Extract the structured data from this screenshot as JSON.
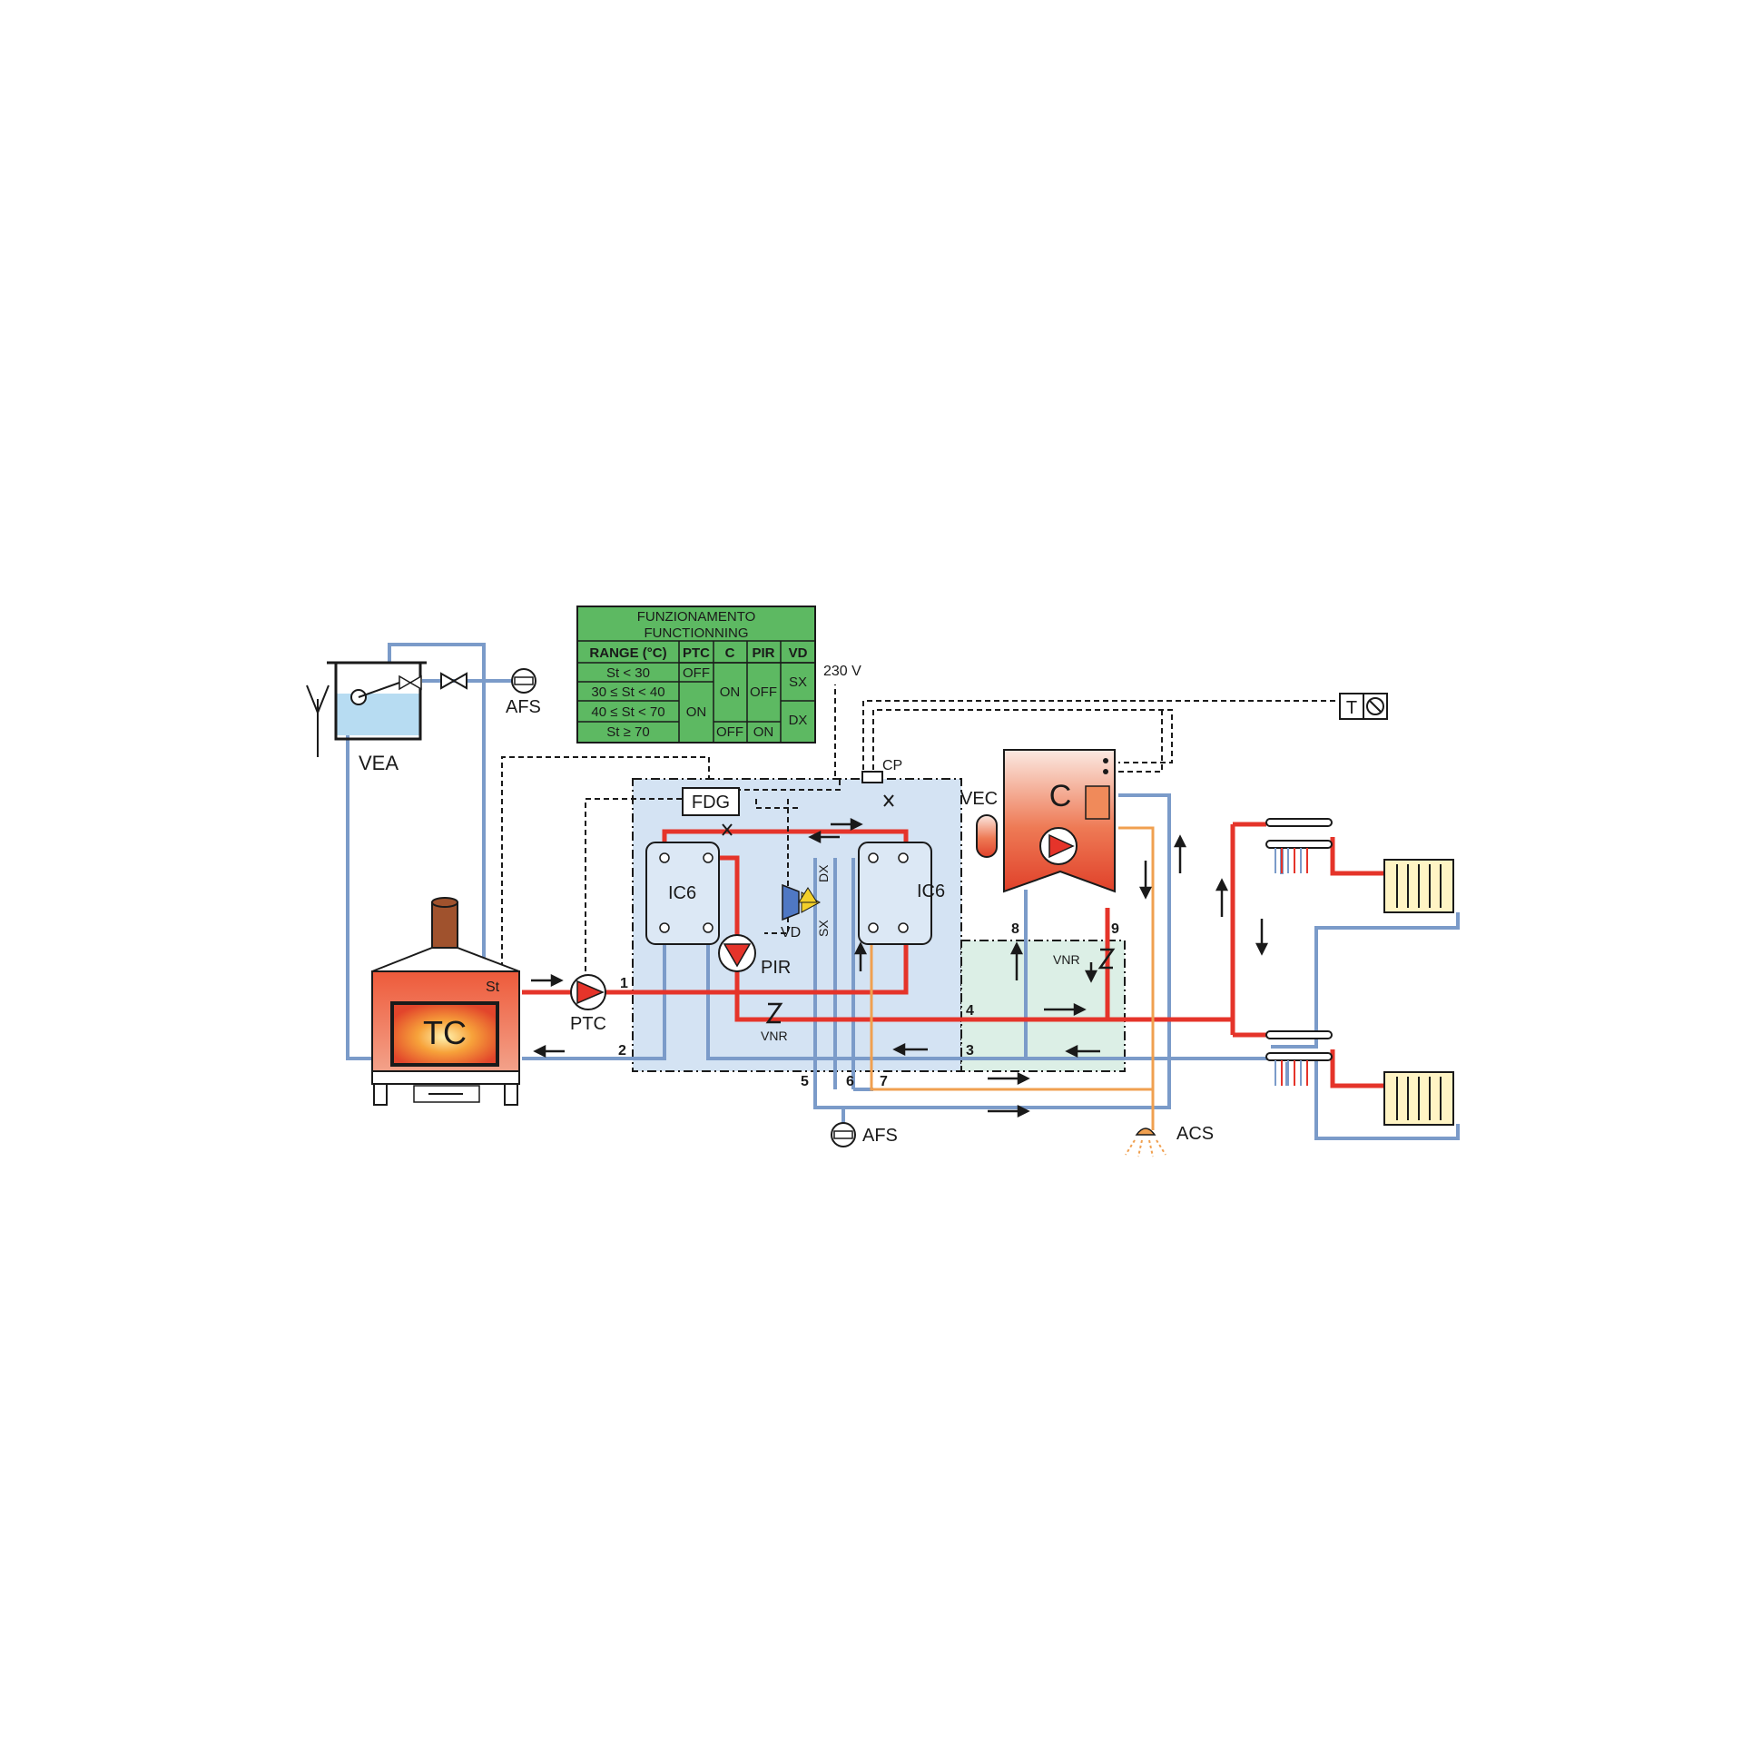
{
  "table": {
    "title_it": "FUNZIONAMENTO",
    "title_en": "FUNCTIONNING",
    "headers": [
      "RANGE  (°C)",
      "PTC",
      "C",
      "PIR",
      "VD"
    ],
    "rows": [
      "St < 30",
      "30 ≤ St < 40",
      "40 ≤ St < 70",
      "St ≥ 70"
    ],
    "cells": {
      "ptc_off": "OFF",
      "ptc_on": "ON",
      "c_on": "ON",
      "c_off": "OFF",
      "pir_off": "OFF",
      "pir_on": "ON",
      "vd_sx": "SX",
      "vd_dx": "DX"
    }
  },
  "components": {
    "vea": "VEA",
    "afs_top": "AFS",
    "afs_bottom": "AFS",
    "tc": "TC",
    "st": "St",
    "ptc": "PTC",
    "pir": "PIR",
    "fdg": "FDG",
    "ic6_left": "IC6",
    "ic6_right": "IC6",
    "vd": "VD",
    "vd_dx": "DX",
    "vd_sx": "SX",
    "vnr_left": "VNR",
    "vnr_right": "VNR",
    "vec": "VEC",
    "c": "C",
    "acs": "ACS",
    "cp": "CP",
    "voltage": "230 V",
    "thermostat": "T"
  },
  "ports": [
    "1",
    "2",
    "3",
    "4",
    "5",
    "6",
    "7",
    "8",
    "9"
  ],
  "colors": {
    "hot_pipe": "#e5342a",
    "cold_pipe": "#7b9bc9",
    "dhw_pipe": "#f0a050",
    "module_fill": "#d4e3f3",
    "exchanger_fill": "#dcefe6",
    "table_fill": "#5db962"
  }
}
